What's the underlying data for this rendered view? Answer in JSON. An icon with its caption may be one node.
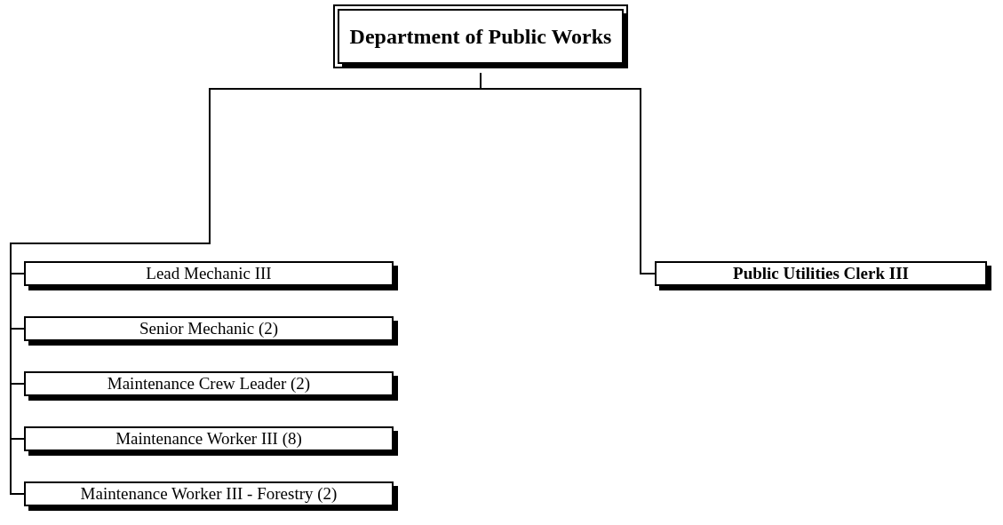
{
  "diagram": {
    "nodes": [
      {
        "text": [
          "Department of Public Works"
        ]
      },
      {
        "text": [
          "Lead Mechanic III"
        ]
      },
      {
        "text": [
          "Senior Mechanic (2)"
        ]
      },
      {
        "text": [
          "Maintenance Crew Leader (2)"
        ]
      },
      {
        "text": [
          "Maintenance Worker III (8)"
        ]
      },
      {
        "text": [
          "Maintenance Worker III - Forestry (2)"
        ]
      },
      {
        "text": [
          "Public Utilities Clerk III"
        ]
      }
    ],
    "edges": [
      {
        "from": 0,
        "to": 1,
        "arrow": "none"
      },
      {
        "from": 0,
        "to": 2,
        "arrow": "none"
      },
      {
        "from": 0,
        "to": 3,
        "arrow": "none"
      },
      {
        "from": 0,
        "to": 4,
        "arrow": "none"
      },
      {
        "from": 0,
        "to": 5,
        "arrow": "none"
      },
      {
        "from": 0,
        "to": 6,
        "arrow": "none"
      }
    ]
  }
}
